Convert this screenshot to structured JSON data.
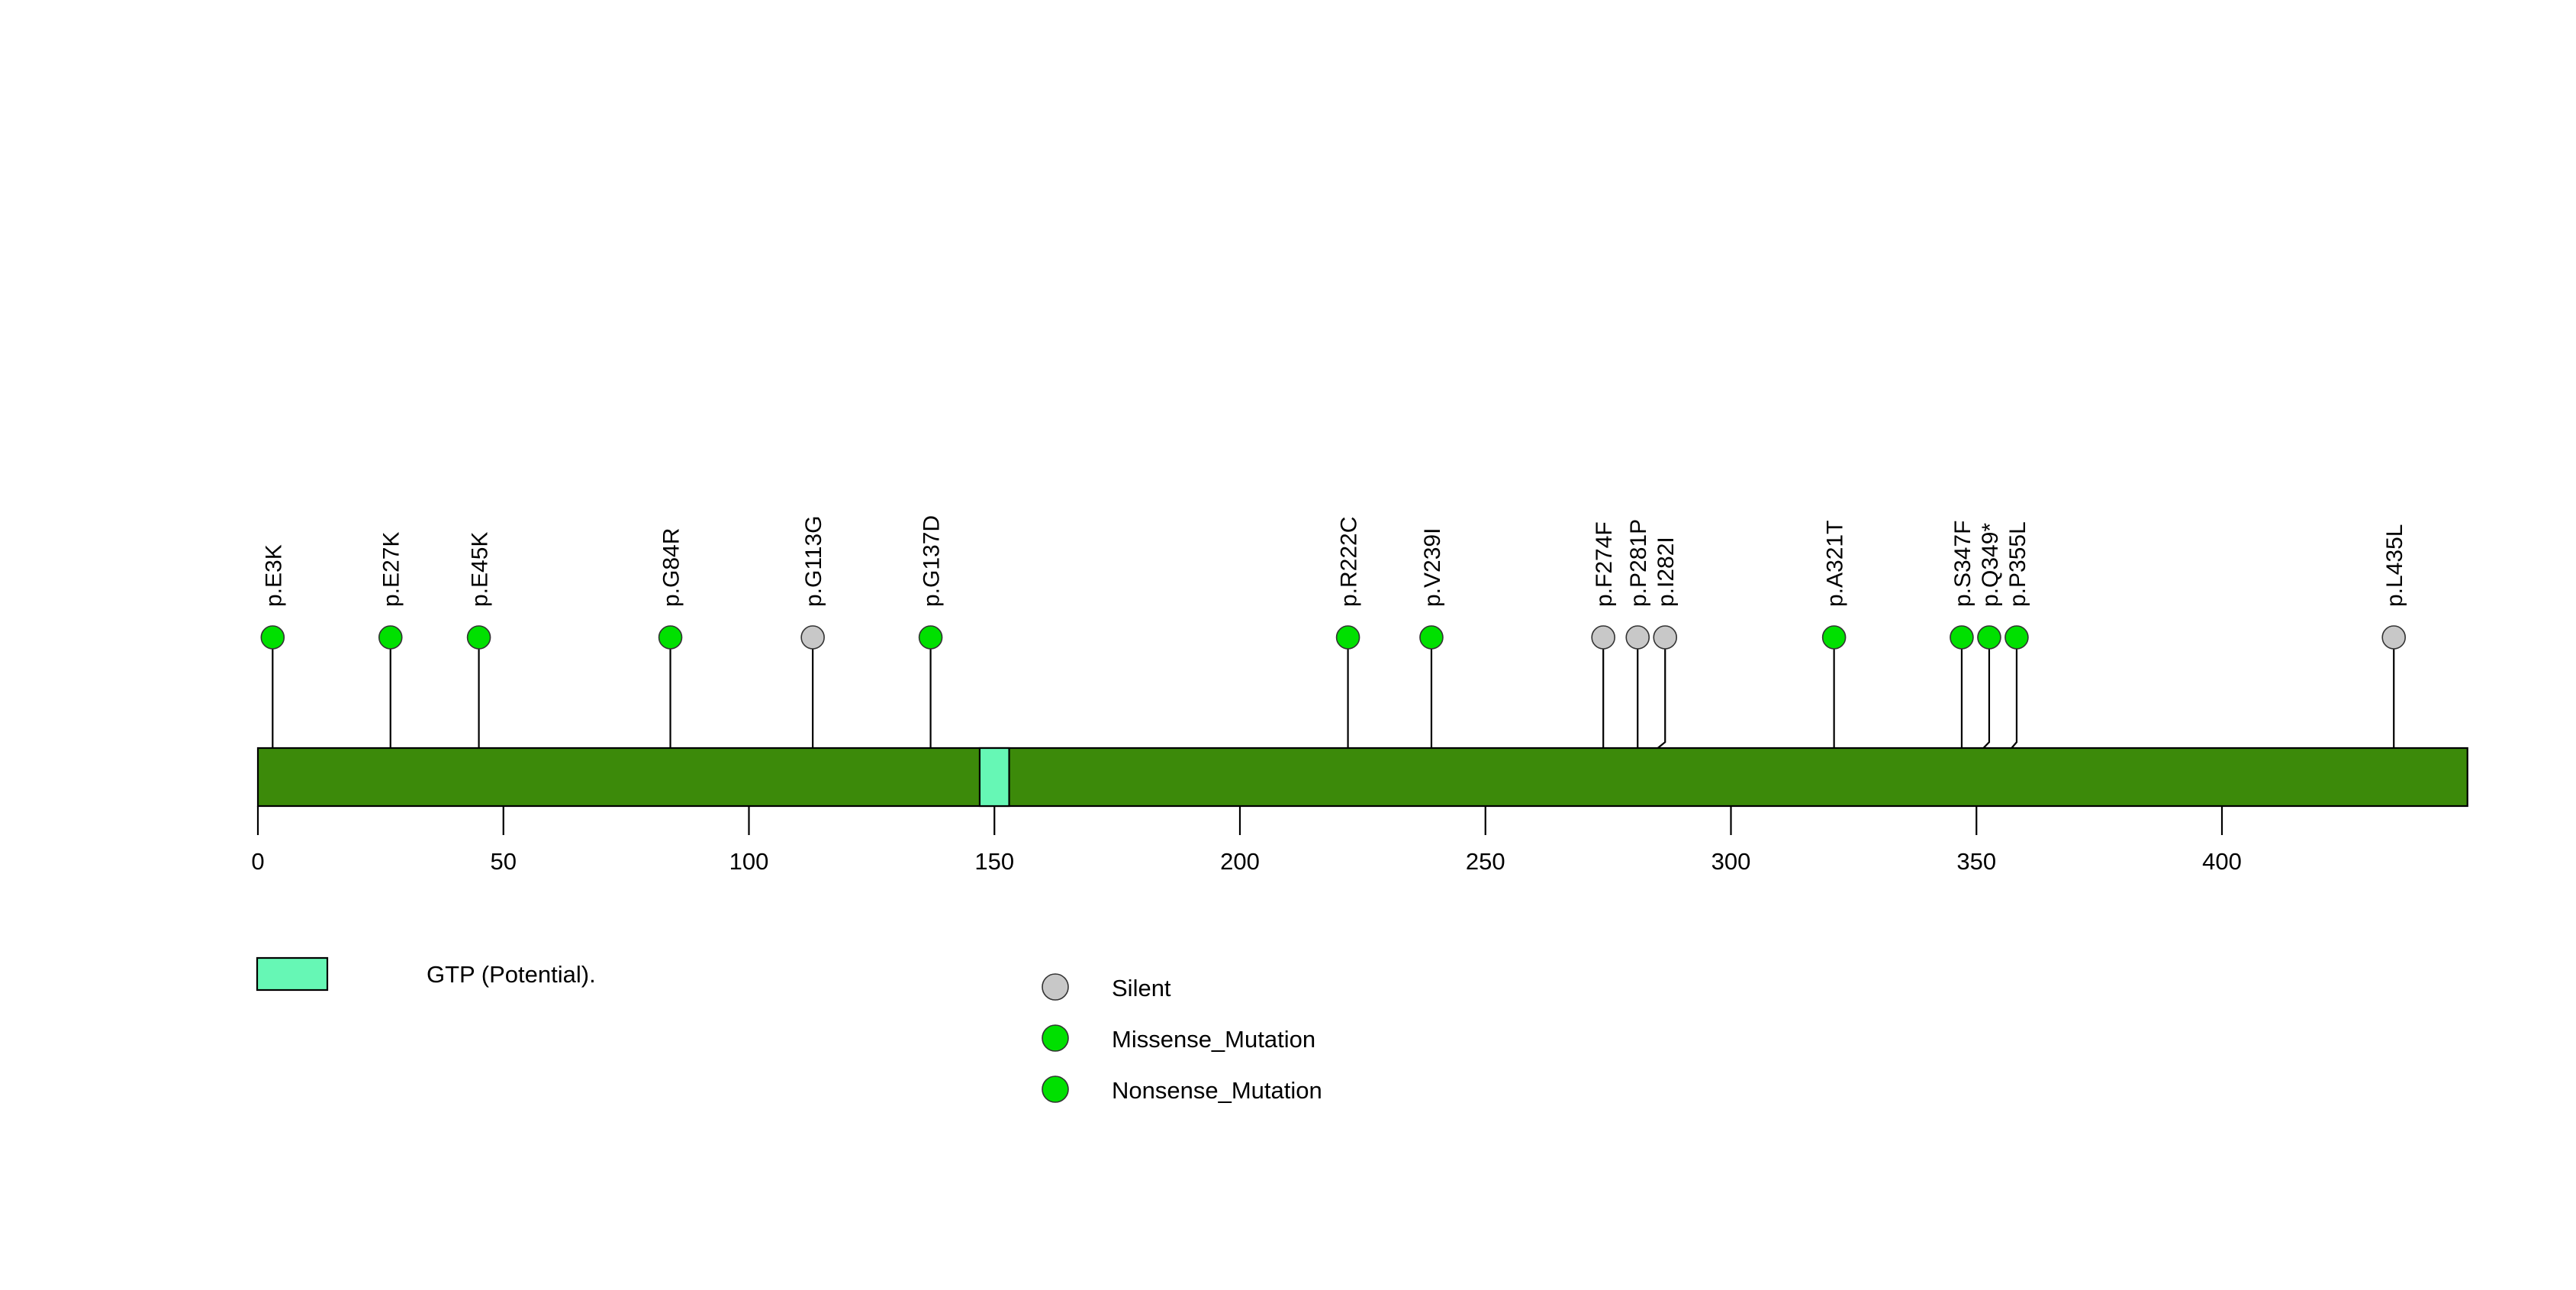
{
  "chart_data": {
    "type": "lollipop",
    "title": "",
    "xlabel": "",
    "ylabel": "",
    "xlim": [
      0,
      450
    ],
    "grid": false,
    "protein": {
      "length": 450,
      "bar_color": "#3C8A0A",
      "bar_start": 0,
      "bar_end": 450
    },
    "axis": {
      "ticks": [
        0,
        50,
        100,
        150,
        200,
        250,
        300,
        350,
        400
      ],
      "tick_labels": [
        "0",
        "50",
        "100",
        "150",
        "200",
        "250",
        "300",
        "350",
        "400"
      ]
    },
    "domains": [
      {
        "name": "GTP (Potential).",
        "start": 147,
        "end": 153,
        "color": "#66F7B5"
      }
    ],
    "mutations": [
      {
        "label": "p.E3K",
        "position": 3,
        "type": "Missense_Mutation",
        "color": "#00E000"
      },
      {
        "label": "p.E27K",
        "position": 27,
        "type": "Missense_Mutation",
        "color": "#00E000"
      },
      {
        "label": "p.E45K",
        "position": 45,
        "type": "Missense_Mutation",
        "color": "#00E000"
      },
      {
        "label": "p.G84R",
        "position": 84,
        "type": "Missense_Mutation",
        "color": "#00E000"
      },
      {
        "label": "p.G113G",
        "position": 113,
        "type": "Silent",
        "color": "#C8C8C8"
      },
      {
        "label": "p.G137D",
        "position": 137,
        "type": "Missense_Mutation",
        "color": "#00E000"
      },
      {
        "label": "p.R222C",
        "position": 222,
        "type": "Missense_Mutation",
        "color": "#00E000"
      },
      {
        "label": "p.V239I",
        "position": 239,
        "type": "Missense_Mutation",
        "color": "#00E000"
      },
      {
        "label": "p.F274F",
        "position": 274,
        "type": "Silent",
        "color": "#C8C8C8"
      },
      {
        "label": "p.P281P",
        "position": 281,
        "type": "Silent",
        "color": "#C8C8C8"
      },
      {
        "label": "p.I282I",
        "position": 282,
        "type": "Silent",
        "color": "#C8C8C8"
      },
      {
        "label": "p.A321T",
        "position": 321,
        "type": "Missense_Mutation",
        "color": "#00E000"
      },
      {
        "label": "p.S347F",
        "position": 347,
        "type": "Missense_Mutation",
        "color": "#00E000"
      },
      {
        "label": "p.Q349*",
        "position": 349,
        "type": "Nonsense_Mutation",
        "color": "#00E000"
      },
      {
        "label": "p.P355L",
        "position": 355,
        "type": "Missense_Mutation",
        "color": "#00E000"
      },
      {
        "label": "p.L435L",
        "position": 435,
        "type": "Silent",
        "color": "#C8C8C8"
      }
    ],
    "legend": {
      "domain_entries": [
        {
          "label": "GTP (Potential).",
          "color": "#66F7B5"
        }
      ],
      "mutation_entries": [
        {
          "label": "Silent",
          "color": "#C8C8C8"
        },
        {
          "label": "Missense_Mutation",
          "color": "#00E000"
        },
        {
          "label": "Nonsense_Mutation",
          "color": "#00E000"
        }
      ],
      "position": "bottom"
    }
  }
}
